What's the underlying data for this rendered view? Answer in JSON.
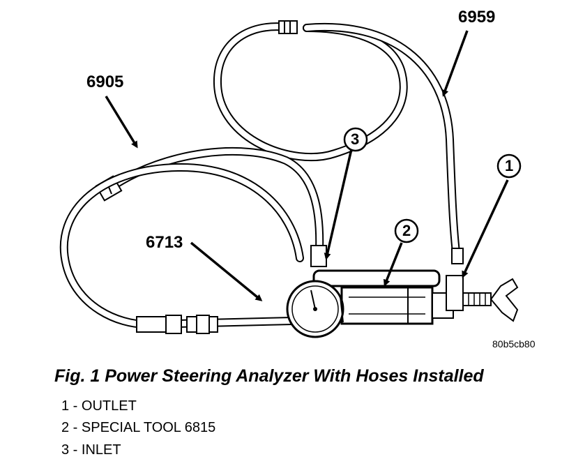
{
  "diagram": {
    "part_numbers": {
      "hose_6905": "6905",
      "hose_6959": "6959",
      "hose_6713": "6713"
    },
    "callouts": {
      "outlet": "1",
      "special_tool": "2",
      "inlet": "3"
    },
    "figure_code": "80b5cb80"
  },
  "caption": {
    "title": "Fig. 1 Power Steering Analyzer With Hoses Installed"
  },
  "legend": {
    "items": [
      {
        "text": "1 - OUTLET"
      },
      {
        "text": "2 - SPECIAL TOOL 6815"
      },
      {
        "text": "3 - INLET"
      }
    ]
  }
}
